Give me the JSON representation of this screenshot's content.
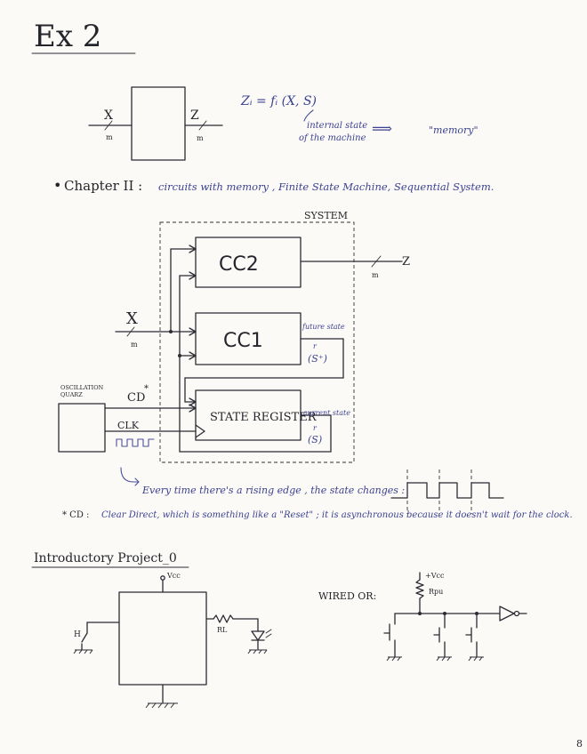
{
  "title": "Ex 2",
  "top_diagram": {
    "input_label": "X",
    "input_width": "m",
    "output_label": "Z",
    "output_width": "m",
    "formula": "Zᵢ = fᵢ (X, S)",
    "state_note_line1": "internal state",
    "state_note_line2": "of the machine",
    "arrow": "⟹",
    "memory_label": "\"memory\""
  },
  "chapter": {
    "bullet": "•",
    "heading": "Chapter II :",
    "description": "circuits with memory , Finite State Machine, Sequential System."
  },
  "system_diagram": {
    "system_label": "SYSTEM",
    "cc2_label": "CC2",
    "cc1_label": "CC1",
    "state_register_label": "STATE REGISTER",
    "output_label": "Z",
    "output_width": "m",
    "input_label": "X",
    "input_width": "m",
    "future_state_label": "future state",
    "future_state_var": "(S⁺)",
    "current_state_label": "current state",
    "current_state_var": "(S)",
    "state_width": "r",
    "oscillation_label_line1": "OSCILLATION",
    "oscillation_label_line2": "QUARZ",
    "cd_label": "CD",
    "cd_mark": "*",
    "clk_label": "CLK"
  },
  "notes": {
    "rising_edge": "Every time there's a rising edge , the state changes :",
    "cd_note_prefix": "* CD :",
    "cd_note": "Clear Direct, which is something like a \"Reset\" ; it is asynchronous because it doesn't wait for the clock."
  },
  "project": {
    "heading": "Introductory Project_0",
    "vcc_label": "Vcc",
    "resistor_label": "RL",
    "input_label": "H",
    "wired_or_label": "WIRED OR:",
    "wired_vcc_label": "+Vcc",
    "pullup_label": "Rpu"
  },
  "page_number": "8"
}
